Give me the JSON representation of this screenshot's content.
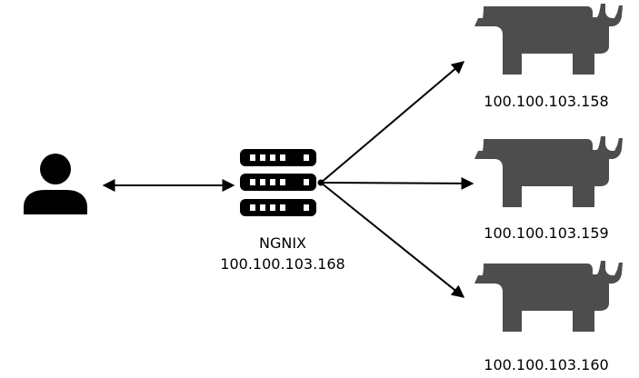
{
  "colors": {
    "icon_fill": "#000000",
    "cattle_fill": "#4d4d4d",
    "arrow": "#000000",
    "text": "#000000"
  },
  "client": {
    "icon": "user-icon"
  },
  "proxy": {
    "icon": "server-rack-icon",
    "name": "NGNIX",
    "ip": "100.100.103.168"
  },
  "backends": [
    {
      "icon": "rancher-cattle-icon",
      "ip": "100.100.103.158"
    },
    {
      "icon": "rancher-cattle-icon",
      "ip": "100.100.103.159"
    },
    {
      "icon": "rancher-cattle-icon",
      "ip": "100.100.103.160"
    }
  ],
  "connections": [
    {
      "from": "client",
      "to": "proxy",
      "direction": "bidirectional"
    },
    {
      "from": "proxy",
      "to": "backend-1",
      "direction": "to"
    },
    {
      "from": "proxy",
      "to": "backend-2",
      "direction": "to"
    },
    {
      "from": "proxy",
      "to": "backend-3",
      "direction": "to"
    }
  ]
}
